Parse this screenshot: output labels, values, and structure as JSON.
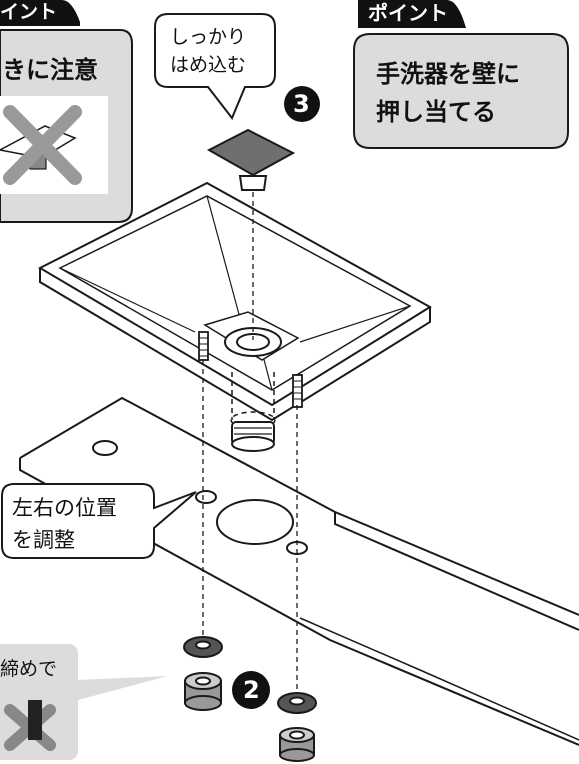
{
  "callouts": {
    "left_point": {
      "tab": "イント",
      "title": "きに注意"
    },
    "right_point": {
      "tab": "ポイント",
      "line1": "手洗器を壁に",
      "line2": "押し当てる"
    },
    "press_in": {
      "line1": "しっかり",
      "line2": "はめ込む"
    },
    "adjust": {
      "line1": "左右の位置",
      "line2": "を調整"
    },
    "tighten": {
      "text": "締めで"
    }
  },
  "steps": {
    "step2": "2",
    "step3": "3"
  }
}
